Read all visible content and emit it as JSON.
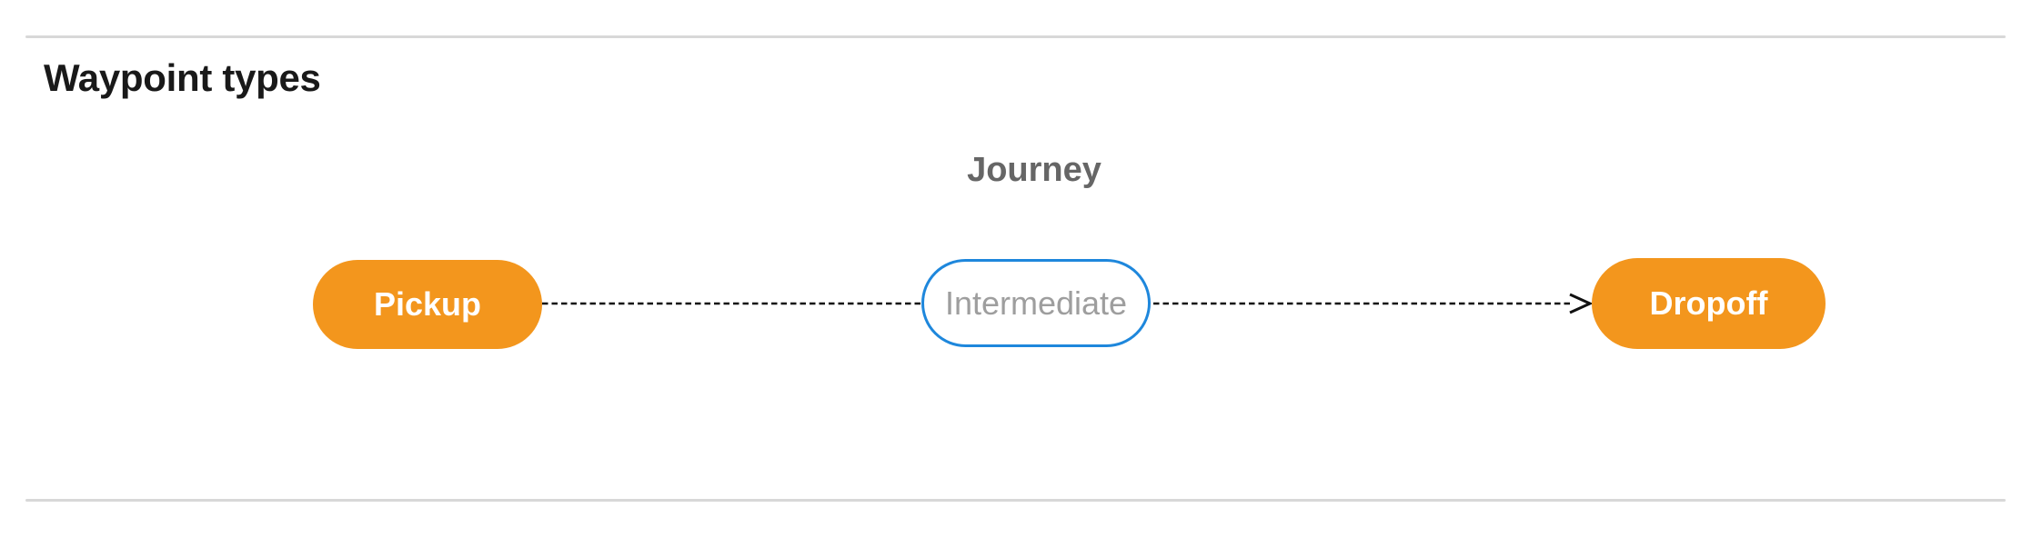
{
  "page": {
    "title": "Waypoint types"
  },
  "diagram": {
    "title": "Journey",
    "nodes": [
      {
        "id": "pickup",
        "label": "Pickup",
        "shape": "pill",
        "fill": "#F3961D",
        "text_color": "#FFFFFF"
      },
      {
        "id": "intermediate",
        "label": "Intermediate",
        "shape": "pill",
        "fill": "#FFFFFF",
        "border_color": "#1E87DC",
        "text_color": "#9E9E9E"
      },
      {
        "id": "dropoff",
        "label": "Dropoff",
        "shape": "pill",
        "fill": "#F3961D",
        "text_color": "#FFFFFF"
      }
    ],
    "edges": [
      {
        "from": "pickup",
        "to": "intermediate",
        "style": "dashed",
        "arrowhead": false
      },
      {
        "from": "intermediate",
        "to": "dropoff",
        "style": "dashed",
        "arrowhead": true
      }
    ],
    "edge_color": "#111111"
  },
  "colors": {
    "background": "#FFFFFF",
    "divider": "#D8D8D8",
    "heading_text": "#191919",
    "journey_text": "#666666",
    "node_orange": "#F3961D",
    "node_outline_blue": "#1E87DC",
    "intermediate_text": "#9E9E9E"
  }
}
